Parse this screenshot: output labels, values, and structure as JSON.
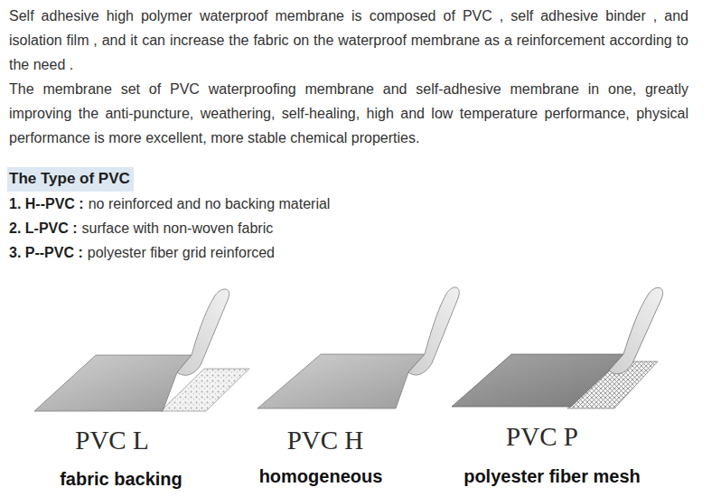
{
  "diagram": {
    "labels": [
      "Self adhesive high polymer waterproof membrane is composed of PVC , self adhesive binder , and isolation film , and it can increase the fabric on the waterproof membrane as a reinforcement according to the need .",
      "The membrane set of PVC waterproofing membrane and self-adhesive membrane in one, greatly improving the anti-puncture, weathering, self-healing, high and low temperature performance, physical performance is more excellent, more stable chemical properties.",
      "The Type of PVC",
      "1. H--PVC :",
      "no reinforced and no backing material",
      "2. L-PVC :",
      "surface with non-woven fabric",
      "3. P--PVC :",
      "polyester fiber grid reinforced",
      "PVC  L",
      "fabric backing",
      "PVC  H",
      "homogeneous",
      "PVC  P",
      "polyester fiber mesh"
    ]
  }
}
